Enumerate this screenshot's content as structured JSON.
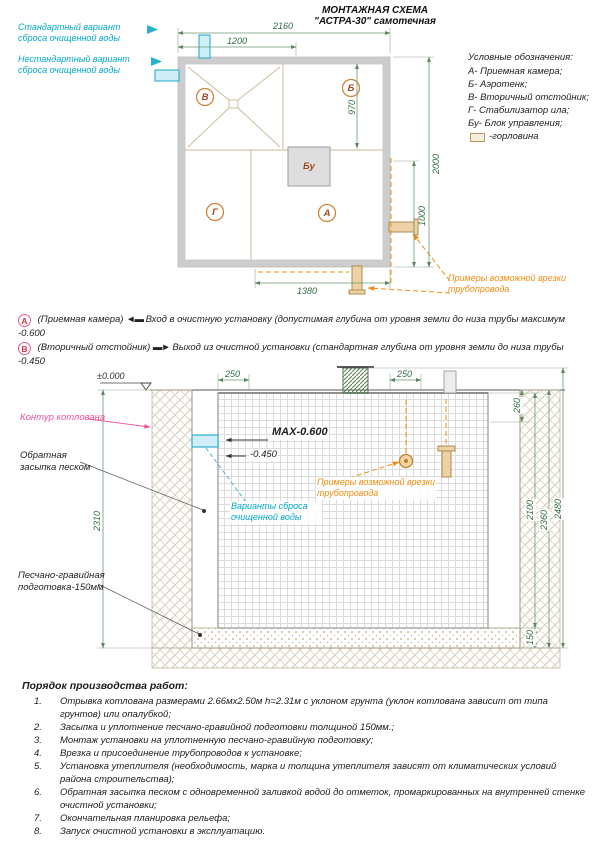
{
  "colors": {
    "cyan": "#00a9c7",
    "orange": "#ef8d13",
    "magenta": "#f0509b",
    "dim_green": "#2f6b3f",
    "wall_grey": "#cdcdcd"
  },
  "title": {
    "line1": "МОНТАЖНАЯ СХЕМА",
    "line2": "\"АСТРА-30\" самотечная"
  },
  "plan": {
    "discharge_standard": "Стандартный вариант сброса очищенной воды",
    "discharge_nonstandard": "Нестандартный вариант сброса очищенной воды",
    "labels": {
      "A": "А",
      "B": "Б",
      "V": "В",
      "G": "Г",
      "Bu": "Бу"
    },
    "dims": {
      "w2160": "2160",
      "w1200": "1200",
      "h970": "970",
      "h2000": "2000",
      "h1000": "1000",
      "w1380": "1380"
    },
    "tap_note": "Примеры возможной врезки трубопровода"
  },
  "legend": {
    "title": "Условные обозначения:",
    "items": [
      "А- Приемная камера;",
      "Б- Аэротенк;",
      "В- Вторичный отстойник;",
      "Г- Стабилизатор ила;",
      "Бу- Блок управления;",
      "-горловина"
    ]
  },
  "notes": [
    {
      "marker": "А",
      "object": "(Приемная камера)",
      "arrow": "◄▬",
      "text": "Вход в очистную установку (допустимая глубина от уровня земли до низа трубы максимум -0.600"
    },
    {
      "marker": "В",
      "object": "(Вторичный отстойник)",
      "arrow": "▬►",
      "text": "Выход из очистной установки (стандартная глубина от уровня земли до низа трубы -0.450"
    }
  ],
  "section": {
    "level_zero": "±0.000",
    "max_inlet": "МАХ-0.600",
    "outlet": "-0.450",
    "dims": {
      "d250l": "250",
      "d250r": "250",
      "d260": "260",
      "d2310": "2310",
      "d2100": "2100",
      "d2360": "2360",
      "d2480": "2480",
      "d150": "150"
    },
    "labels": {
      "pit_contour": "Контур котлована",
      "backfill": "Обратная засыпка песком",
      "bedding": "Песчано-гравийная подготовка-150мм",
      "discharge_variants": "Варианты сброса очищенной воды",
      "tap_note": "Примеры возможной врезки трубопровода"
    }
  },
  "work_order": {
    "title": "Порядок производства работ:",
    "items": [
      {
        "n": "1.",
        "text": "Отрывка котлована размерами 2.66мх2.50м h=2.31м с уклоном грунта (уклон котлована зависит от типа грунтов) или опалубкой;"
      },
      {
        "n": "2.",
        "text": "Засыпка и уплотнение песчано-гравийной подготовки толщиной 150мм.;"
      },
      {
        "n": "3.",
        "text": "Монтаж установки на уплотненную песчано-гравийную подготовку;"
      },
      {
        "n": "4.",
        "text": "Врезка и присоединение трубопроводов к установке;"
      },
      {
        "n": "5.",
        "text": "Установка утеплителя (необходимость, марка и толщина утеплителя зависят от климатических условий района строительства);"
      },
      {
        "n": "6.",
        "text": "Обратная засыпка песком с одновременной заливкой водой до отметок, промаркированных на внутренней стенке очистной установки;"
      },
      {
        "n": "7.",
        "text": "Окончательная планировка рельефа;"
      },
      {
        "n": "8.",
        "text": "Запуск очистной установки в эксплуатацию."
      }
    ]
  }
}
